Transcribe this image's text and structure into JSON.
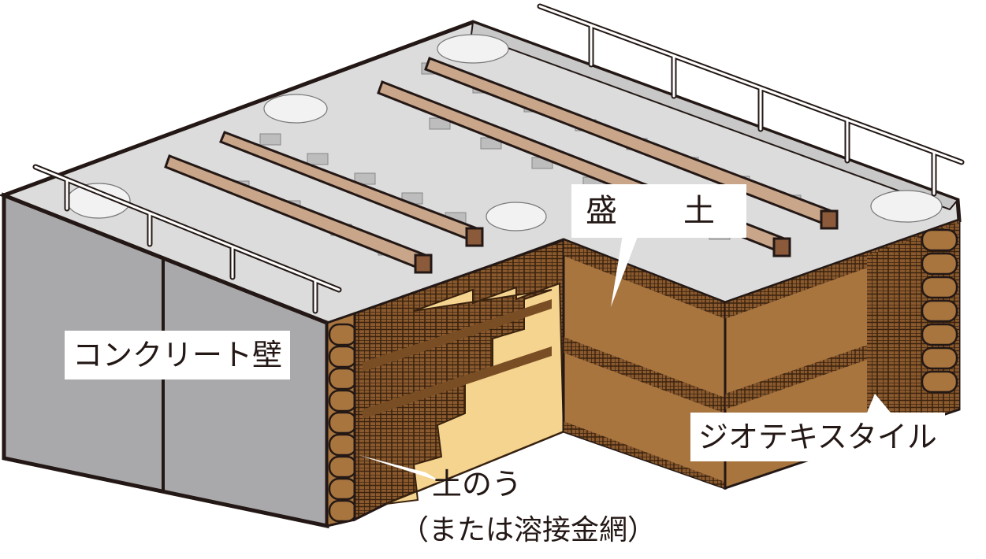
{
  "labels": {
    "concrete_wall": "コンクリート壁",
    "embankment": "盛　土",
    "geotextile": "ジオテキスタイル",
    "sandbag": "土のう",
    "sandbag_alt": "（または溶接金網）"
  },
  "colors": {
    "outline": "#231815",
    "deck": "#dcdcdc",
    "ballast": "#ececec",
    "sleeper": "#bdbdbd",
    "rail": "#c9a68a",
    "rail_dark": "#8a5a3a",
    "wall_face": "#a9a9ab",
    "soil": "#a8753f",
    "soil_dark": "#7a4e24",
    "sand": "#f5d48f",
    "label_bg": "#ffffff"
  }
}
